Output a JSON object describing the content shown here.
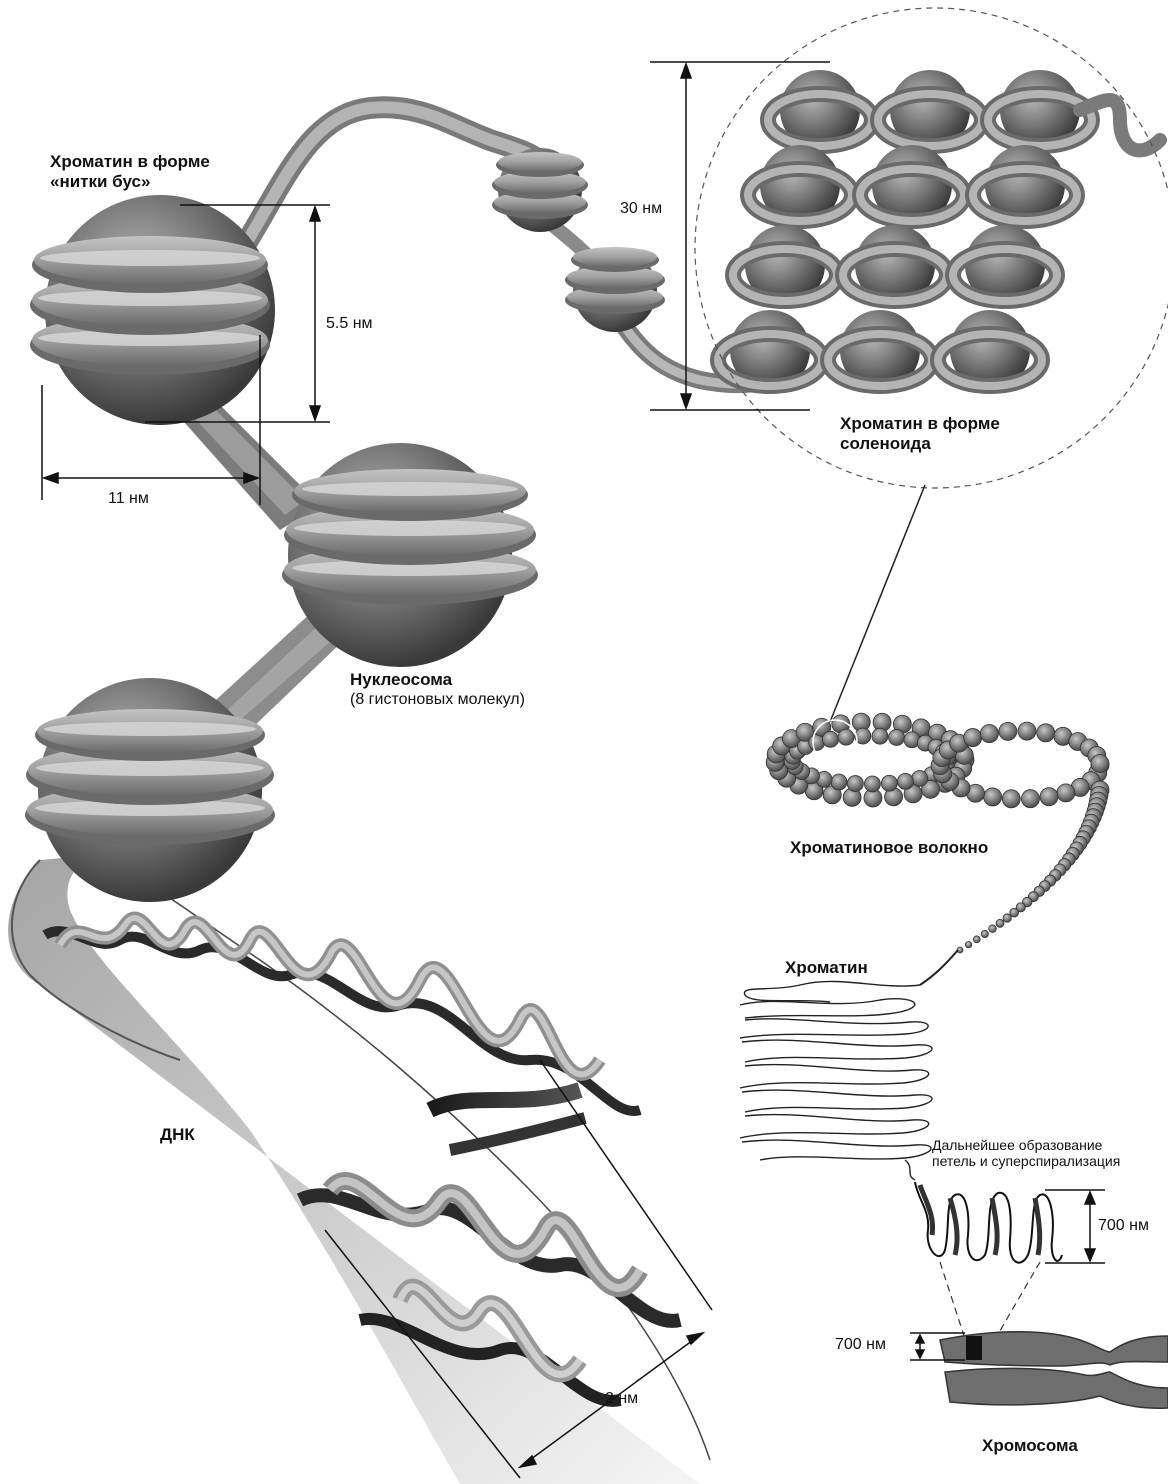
{
  "labels": {
    "beads_line1": "Хроматин в форме",
    "beads_line2": "«нитки бус»",
    "solenoid_line1": "Хроматин в форме",
    "solenoid_line2": "соленоида",
    "nucleosome": "Нуклеосома",
    "nucleosome_note": "(8 гистоновых молекул)",
    "fiber": "Хроматиновое волокно",
    "chromatin": "Хроматин",
    "loops_line1": "Дальнейшее образование",
    "loops_line2": "петель и суперспирализация",
    "dna": "ДНК",
    "chromosome": "Хромосома"
  },
  "dimensions": {
    "solenoid": "30 нм",
    "nucleosome_height": "5.5 нм",
    "nucleosome_width": "11 нм",
    "dna_width": "2 нм",
    "loops": "700 нм",
    "chromosome": "700 нм"
  }
}
